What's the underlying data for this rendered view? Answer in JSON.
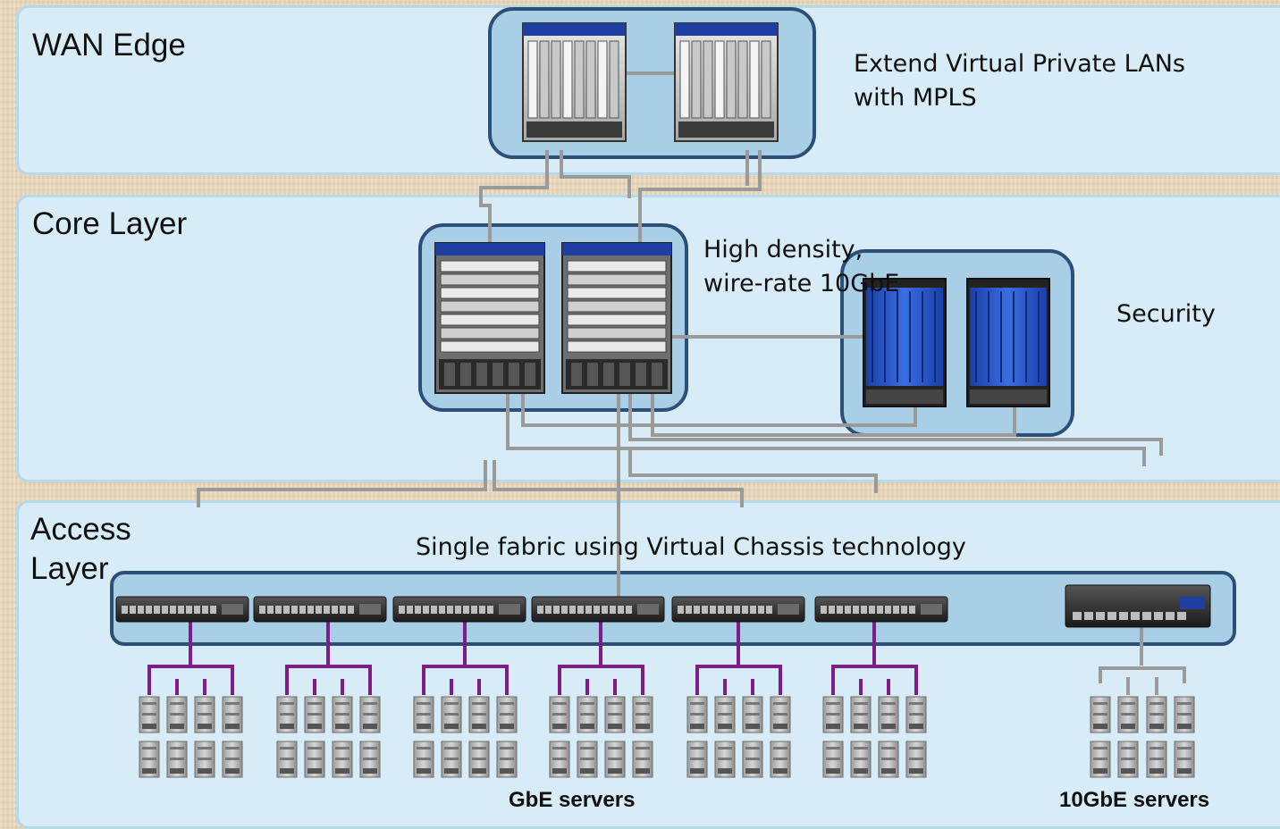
{
  "layers": {
    "wan_edge": "WAN Edge",
    "core": "Core Layer",
    "access_line1": "Access",
    "access_line2": "Layer"
  },
  "notes": {
    "mpls_line1": "Extend Virtual Private LANs",
    "mpls_line2": "with MPLS",
    "density_line1": "High density,",
    "density_line2": "wire-rate 10GbE",
    "security": "Security",
    "fabric": "Single fabric using Virtual Chassis technology"
  },
  "server_labels": {
    "gbe": "GbE servers",
    "tengbe": "10GbE servers"
  },
  "colors": {
    "band_fill": "#d7ecf6",
    "group_fill": "#a9cfe6",
    "group_border": "#2c4f78",
    "link_gray": "#9a9a9a",
    "link_purple": "#7d1e86",
    "security_blue": "#1f4fc0"
  },
  "icons": {
    "router": "mx-router-icon",
    "core_switch": "ex8200-switch-icon",
    "firewall": "srx-firewall-icon",
    "access_switch": "ex4200-switch-icon",
    "tengbe_switch": "qfx-switch-icon",
    "server": "server-icon"
  }
}
